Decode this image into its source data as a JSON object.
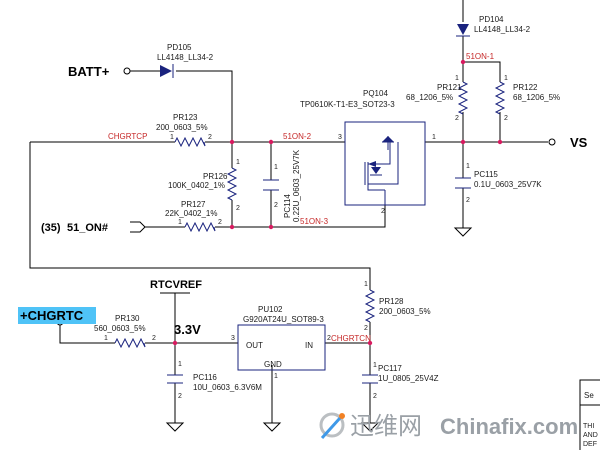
{
  "nets": {
    "batt": "BATT+",
    "vs": "VS",
    "chgrtcp": "CHGRTCP",
    "n51on2": "51ON-2",
    "n51on3": "51ON-3",
    "n51on1": "51ON-1",
    "on51_ref": "(35)",
    "on51": "51_ON#",
    "rtcvref": "RTCVREF",
    "v33": "3.3V",
    "chgrtc": "+CHGRTC",
    "chgrtcn": "CHGRTCN"
  },
  "parts": {
    "pd105": {
      "ref": "PD105",
      "val": "LL4148_LL34-2"
    },
    "pd104": {
      "ref": "PD104",
      "val": "LL4148_LL34-2"
    },
    "pr123": {
      "ref": "PR123",
      "val": "200_0603_5%"
    },
    "pr126": {
      "ref": "PR126",
      "val": "100K_0402_1%"
    },
    "pr127": {
      "ref": "PR127",
      "val": "22K_0402_1%"
    },
    "pc114": {
      "ref": "PC114",
      "val": "0.22U_0603_25V7K"
    },
    "pq104": {
      "ref": "PQ104",
      "val": "TP0610K-T1-E3_SOT23-3"
    },
    "pr121": {
      "ref": "PR121",
      "val": "68_1206_5%"
    },
    "pr122": {
      "ref": "PR122",
      "val": "68_1206_5%"
    },
    "pc115": {
      "ref": "PC115",
      "val": "0.1U_0603_25V7K"
    },
    "pr128": {
      "ref": "PR128",
      "val": "200_0603_5%"
    },
    "pr130": {
      "ref": "PR130",
      "val": "560_0603_5%"
    },
    "pc116": {
      "ref": "PC116",
      "val": "10U_0603_6.3V6M"
    },
    "pu102": {
      "ref": "PU102",
      "val": "G920AT24U_SOT89-3",
      "out": "OUT",
      "in": "IN",
      "gnd": "GND"
    },
    "pc117": {
      "ref": "PC117",
      "val": "1U_0805_25V4Z"
    }
  },
  "pins": {
    "p1": "1",
    "p2": "2",
    "p3": "3"
  },
  "corner": {
    "se": "Se",
    "line1": "THI",
    "line2": "AND",
    "line3": "DEF"
  },
  "watermark": {
    "cn": "迅维网",
    "en": "Chinafix.com"
  }
}
